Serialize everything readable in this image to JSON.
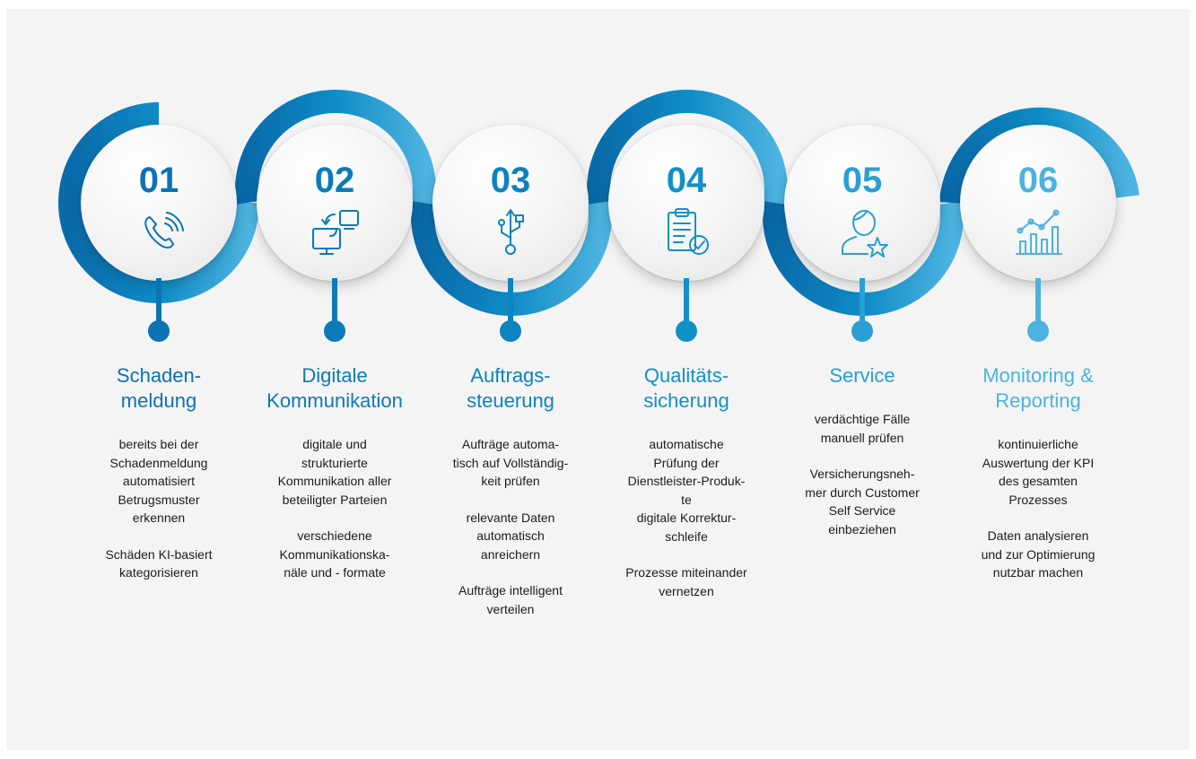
{
  "steps": [
    {
      "number": "01",
      "title": "Schaden-\nmeldung",
      "icon": "phone-signal-icon",
      "color": "#0b72b3",
      "paragraphs": [
        "bereits bei der\nSchadenmeldung\nautomatisiert\nBetrugsmuster\nerkennen",
        "Schäden KI-basiert\nkategorisieren"
      ]
    },
    {
      "number": "02",
      "title": "Digitale\nKommunikation",
      "icon": "devices-sync-icon",
      "color": "#0c7ab8",
      "paragraphs": [
        "digitale und\nstrukturierte\nKommunikation aller\nbeteiligter Parteien",
        "verschiedene\nKommunikationska-\nnäle und - formate"
      ]
    },
    {
      "number": "03",
      "title": "Auftrags-\nsteuerung",
      "icon": "usb-icon",
      "color": "#0d83bf",
      "paragraphs": [
        "Aufträge automa-\ntisch auf Vollständig-\nkeit prüfen",
        "relevante Daten\nautomatisch\nanreichern",
        "Aufträge intelligent\nverteilen"
      ]
    },
    {
      "number": "04",
      "title": "Qualitäts-\nsicherung",
      "icon": "clipboard-check-icon",
      "color": "#1290c8",
      "paragraphs": [
        "automatische\nPrüfung der\nDienstleister-Produk-\nte\ndigitale Korrektur-\nschleife",
        "Prozesse miteinander\nvernetzen"
      ]
    },
    {
      "number": "05",
      "title": "Service",
      "icon": "user-star-icon",
      "color": "#2a9fd3",
      "paragraphs": [
        "verdächtige Fälle\nmanuell prüfen",
        "Versicherungsneh-\nmer durch Customer\nSelf Service\neinbeziehen"
      ]
    },
    {
      "number": "06",
      "title": "Monitoring &\nReporting",
      "icon": "bar-chart-trend-icon",
      "color": "#4cb2e0",
      "paragraphs": [
        "kontinuierliche\nAuswertung der KPI\ndes gesamten\nProzesses",
        "Daten analysieren\nund zur Optimierung\nnutzbar machen"
      ]
    }
  ]
}
